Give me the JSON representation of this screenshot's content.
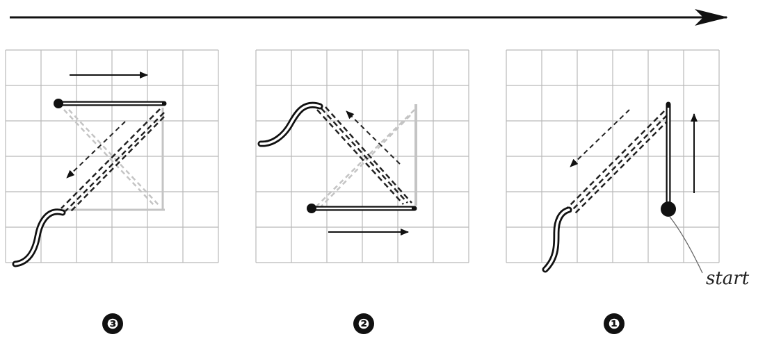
{
  "labels": {
    "start": "start",
    "step_1": "❶",
    "step_2": "❷",
    "step_3": "❸"
  },
  "colors": {
    "grid": "#b9b9b9",
    "ink": "#111111",
    "pale": "#c4c4c4",
    "background": "#ffffff"
  },
  "panels": [
    {
      "step": 3,
      "grid_cells": 6
    },
    {
      "step": 2,
      "grid_cells": 6
    },
    {
      "step": 1,
      "grid_cells": 6
    }
  ]
}
